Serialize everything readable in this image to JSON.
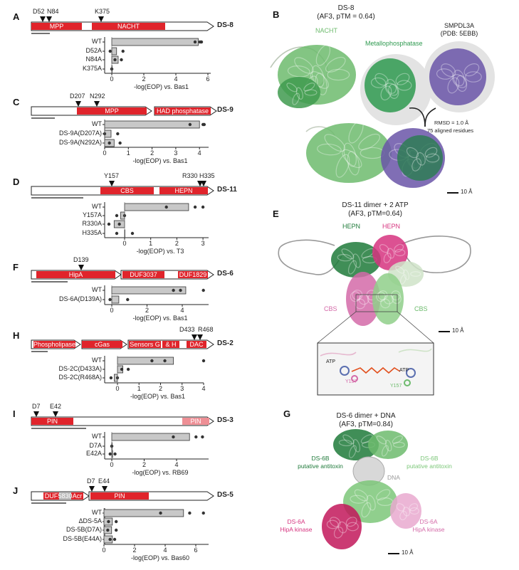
{
  "colors": {
    "domain_red": "#e0242b",
    "domain_pink": "#ee8f95",
    "bar_grey": "#c8c8c8",
    "nacht_green": "#6dbb6d",
    "metallo_green": "#2f9a50",
    "smpdl3a_purple": "#6a55a8",
    "hepn_dark_green": "#1f7a3a",
    "hepn_pink": "#d6337f",
    "cbs_pink": "#d46aa8",
    "cbs_light_green": "#8fcf8a"
  },
  "panels": {
    "A": {
      "letter": "A",
      "system": "DS-8",
      "markers": [
        "D52",
        "N84",
        "K375"
      ],
      "domains": [
        "MPP",
        "NACHT"
      ]
    },
    "C": {
      "letter": "C",
      "system": "DS-9",
      "markers": [
        "D207",
        "N292"
      ],
      "domains": [
        "MPP",
        "HAD phosphatase"
      ]
    },
    "D": {
      "letter": "D",
      "system": "DS-11",
      "markers": [
        "Y157",
        "R330",
        "H335"
      ],
      "domains": [
        "CBS",
        "HEPN"
      ]
    },
    "F": {
      "letter": "F",
      "system": "DS-6",
      "markers": [
        "D139"
      ],
      "domains": [
        "HipA",
        "DUF3037",
        "DUF1829"
      ]
    },
    "H": {
      "letter": "H",
      "system": "DS-2",
      "markers": [
        "D433",
        "R468"
      ],
      "domains": [
        "Phospholipase",
        "cGas",
        "Sensors G",
        "& H",
        "DAC"
      ]
    },
    "I": {
      "letter": "I",
      "system": "DS-3",
      "markers": [
        "D7",
        "E42"
      ],
      "domains": [
        "PIN",
        "PIN"
      ]
    },
    "J": {
      "letter": "J",
      "system": "DS-5",
      "markers": [
        "D7",
        "E44"
      ],
      "domains": [
        "DUF",
        "5830",
        "Acr",
        "PIN"
      ]
    },
    "B": {
      "letter": "B",
      "title": "DS-8",
      "subtitle": "(AF3, pTM = 0.64)",
      "label_nacht": "NACHT",
      "label_metallo": "Metallophosphatase",
      "ref_title": "SMPDL3A",
      "ref_subtitle": "(PDB: 5EBB)",
      "rmsd": "RMSD = 1.0 Å",
      "aligned": "75 aligned residues",
      "scale": "10 Å"
    },
    "E": {
      "letter": "E",
      "title": "DS-11 dimer + 2 ATP",
      "subtitle": "(AF3, pTM=0.64)",
      "hepn_left": "HEPN",
      "hepn_right": "HEPN",
      "cbs_left": "CBS",
      "cbs_right": "CBS",
      "scale": "10 Å",
      "inset_atp_left": "ATP",
      "inset_atp_right": "ATP",
      "inset_y_left": "Y157",
      "inset_y_right": "Y157"
    },
    "G": {
      "letter": "G",
      "title": "DS-6 dimer + DNA",
      "subtitle": "(AF3, pTM=0.84)",
      "b_left": "DS-6B",
      "b_left2": "putative antitoxin",
      "b_right": "DS-6B",
      "b_right2": "putative antitoxin",
      "dna": "DNA",
      "a_left": "DS-6A",
      "a_left2": "HipA kinase",
      "a_right": "DS-6A",
      "a_right2": "HipA kinase",
      "scale": "10 Å"
    }
  },
  "chart_data": [
    {
      "panel": "A",
      "type": "bar",
      "orientation": "horizontal",
      "xlabel": "-log(EOP) vs. Bas1",
      "ticks": [
        0,
        2,
        4,
        6
      ],
      "xlim": [
        -0.4,
        6.2
      ],
      "categories": [
        "WT",
        "D52A",
        "N84A",
        "K375A"
      ],
      "values": [
        5.4,
        0.3,
        0.4,
        0.0
      ],
      "points": [
        [
          5.2,
          5.5,
          5.6
        ],
        [
          -0.1,
          0.7
        ],
        [
          0.2,
          0.6
        ],
        [
          0.0,
          0.0
        ]
      ]
    },
    {
      "panel": "C",
      "type": "bar",
      "orientation": "horizontal",
      "xlabel": "-log(EOP) vs. Bas1",
      "ticks": [
        0,
        1,
        2,
        3,
        4
      ],
      "xlim": [
        0,
        4.4
      ],
      "categories": [
        "WT",
        "DS-9A(D207A)",
        "DS-9A(N292A)"
      ],
      "values": [
        4.0,
        0.27,
        0.4
      ],
      "points": [
        [
          3.6,
          4.15,
          4.2
        ],
        [
          0.0,
          0.55
        ],
        [
          0.2,
          0.65
        ]
      ]
    },
    {
      "panel": "D",
      "type": "bar",
      "orientation": "horizontal",
      "xlabel": "-log(EOP) vs. T3",
      "ticks": [
        0,
        1,
        2,
        3
      ],
      "xlim": [
        -0.75,
        3.2
      ],
      "categories": [
        "WT",
        "Y157A",
        "R330A",
        "H335A"
      ],
      "values": [
        2.45,
        -0.15,
        -0.4,
        0.0
      ],
      "points": [
        [
          1.6,
          2.7,
          3.0
        ],
        [
          -0.3,
          0.0
        ],
        [
          -0.6,
          -0.2
        ],
        [
          -0.3,
          0.3
        ]
      ]
    },
    {
      "panel": "F",
      "type": "bar",
      "orientation": "horizontal",
      "xlabel": "-log(EOP) vs. Bas1",
      "ticks": [
        0,
        2,
        4
      ],
      "xlim": [
        -0.4,
        5.5
      ],
      "categories": [
        "WT",
        "DS-6A(D139A)"
      ],
      "values": [
        4.2,
        0.4
      ],
      "points": [
        [
          3.5,
          3.9,
          5.2
        ],
        [
          -0.1,
          0.9
        ]
      ]
    },
    {
      "panel": "H",
      "type": "bar",
      "orientation": "horizontal",
      "xlabel": "-log(EOP) vs. Bas1",
      "ticks": [
        0,
        1,
        2,
        3,
        4
      ],
      "xlim": [
        -0.6,
        4.0
      ],
      "categories": [
        "WT",
        "DS-2C(D433A)",
        "DS-2C(R468A)"
      ],
      "values": [
        2.6,
        0.25,
        -0.15
      ],
      "points": [
        [
          1.6,
          2.2,
          4.0
        ],
        [
          0.2,
          0.5
        ],
        [
          -0.3,
          0.0
        ]
      ]
    },
    {
      "panel": "I",
      "type": "bar",
      "orientation": "horizontal",
      "xlabel": "-log(EOP) vs. RB69",
      "ticks": [
        0,
        2,
        4
      ],
      "xlim": [
        -0.4,
        6.0
      ],
      "categories": [
        "WT",
        "D7A",
        "E42A"
      ],
      "values": [
        4.8,
        0.0,
        0.05
      ],
      "points": [
        [
          3.8,
          5.2,
          5.6
        ],
        [
          0.0,
          0.0
        ],
        [
          -0.1,
          0.2
        ]
      ]
    },
    {
      "panel": "J",
      "type": "bar",
      "orientation": "horizontal",
      "xlabel": "-log(EOP) vs. Bas60",
      "ticks": [
        0,
        2,
        4,
        6
      ],
      "xlim": [
        0,
        6.8
      ],
      "categories": [
        "WT",
        "ΔDS-5A",
        "DS-5B(D7A)",
        "DS-5B(E44A)"
      ],
      "values": [
        5.2,
        0.55,
        0.5,
        0.55
      ],
      "points": [
        [
          3.7,
          5.6,
          6.5
        ],
        [
          0.3,
          0.8
        ],
        [
          0.25,
          0.8
        ],
        [
          0.4,
          0.7
        ]
      ]
    }
  ]
}
